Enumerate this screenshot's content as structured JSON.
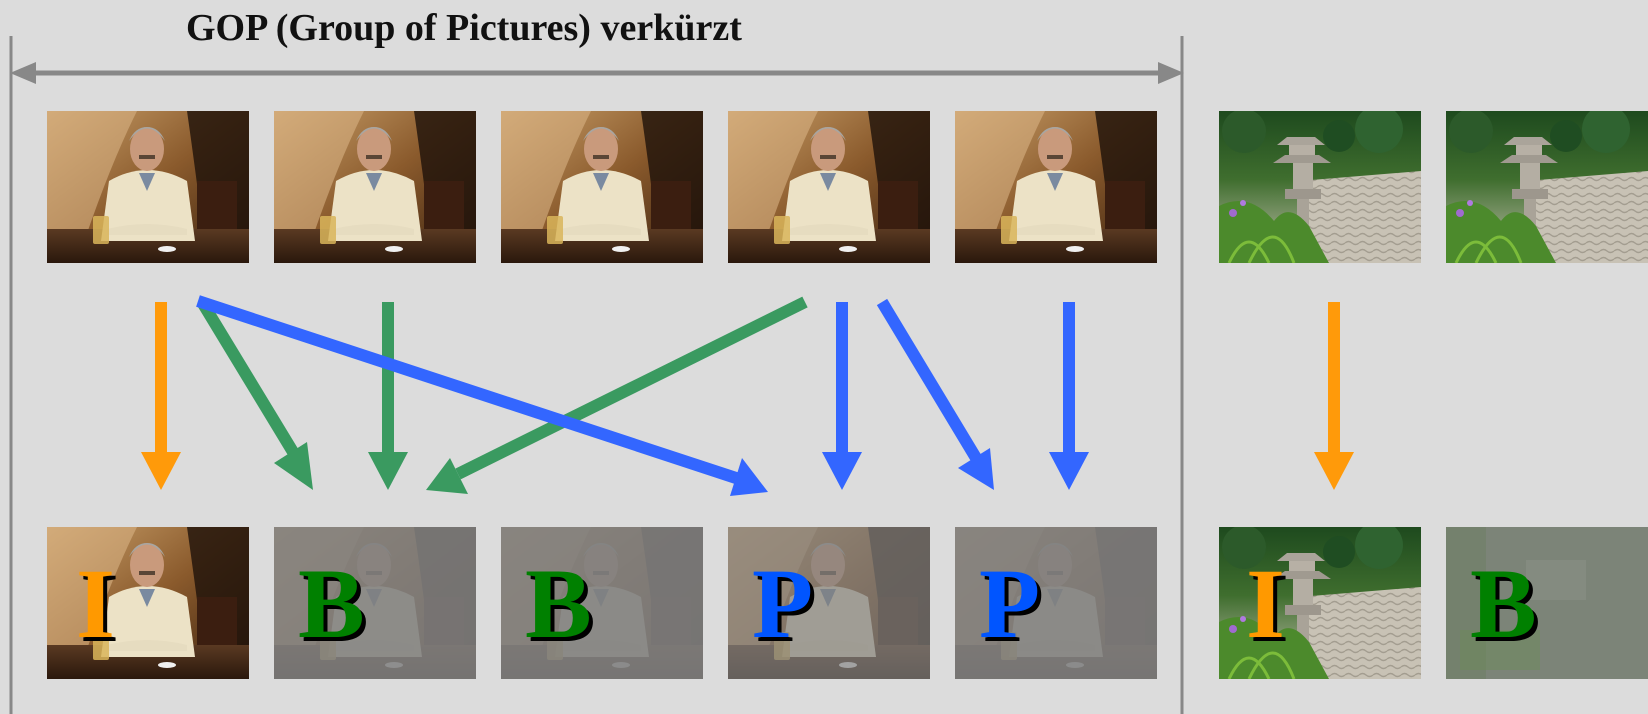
{
  "title": "GOP (Group of Pictures) verkürzt",
  "colors": {
    "i_frame": "#ff9900",
    "b_frame": "#008000",
    "p_frame": "#0055ff",
    "arrow_orange": "#ff9a0a",
    "arrow_green": "#3a9a60",
    "arrow_blue": "#3366ff",
    "bracket": "#888888",
    "residual_gray": "#808080"
  },
  "gop_frames": [
    {
      "id": "s1",
      "scene": "man-at-table",
      "type_label": "I",
      "encoded": "full"
    },
    {
      "id": "s2",
      "scene": "man-at-table",
      "type_label": "B",
      "encoded": "residual"
    },
    {
      "id": "s3",
      "scene": "man-at-table",
      "type_label": "B",
      "encoded": "residual"
    },
    {
      "id": "s4",
      "scene": "man-at-table",
      "type_label": "P",
      "encoded": "residual"
    },
    {
      "id": "s5",
      "scene": "man-at-table",
      "type_label": "P",
      "encoded": "residual"
    }
  ],
  "next_gop_frames": [
    {
      "id": "g1",
      "scene": "japanese-garden",
      "type_label": "I",
      "encoded": "full"
    },
    {
      "id": "g2",
      "scene": "japanese-garden",
      "type_label": "B",
      "encoded": "residual-blocky"
    }
  ],
  "references": [
    {
      "from": "s1",
      "to": "s1",
      "color": "orange"
    },
    {
      "from": "s1",
      "to": "s2",
      "color": "green"
    },
    {
      "from": "s2",
      "to": "s2",
      "color": "green"
    },
    {
      "from": "s4",
      "to": "s2",
      "color": "green"
    },
    {
      "from": "s1",
      "to": "s4",
      "color": "blue"
    },
    {
      "from": "s4",
      "to": "s4",
      "color": "blue"
    },
    {
      "from": "s4",
      "to": "s5",
      "color": "blue"
    },
    {
      "from": "s5",
      "to": "s5",
      "color": "blue"
    },
    {
      "from": "g1",
      "to": "g1",
      "color": "orange"
    }
  ]
}
